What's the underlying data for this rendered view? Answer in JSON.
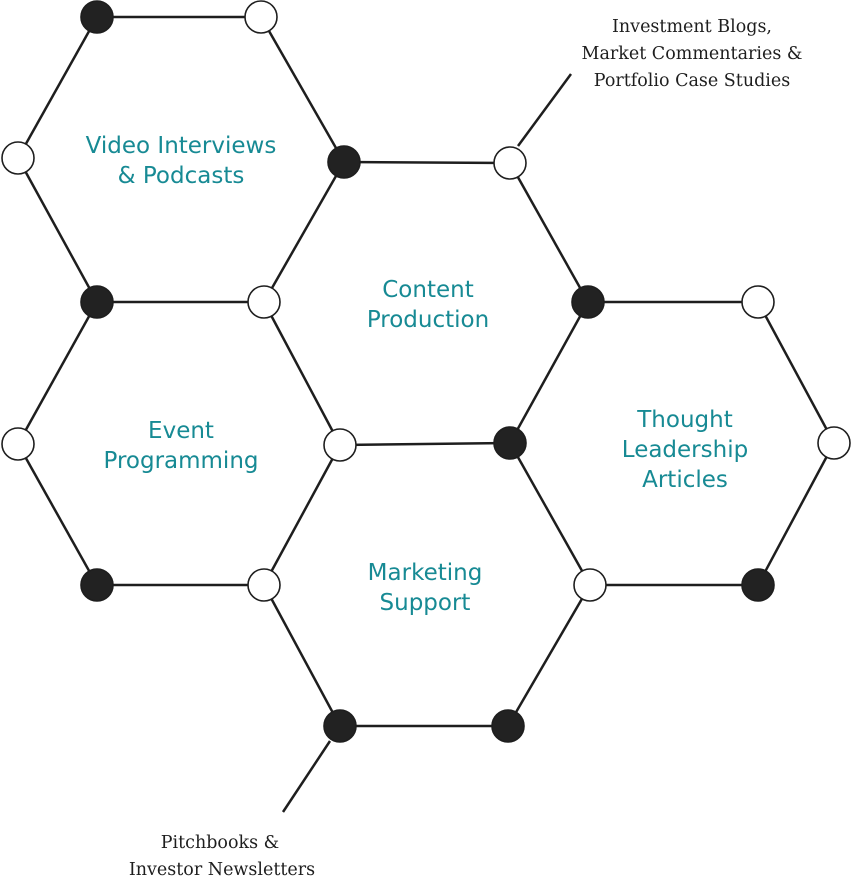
{
  "hexagons": [
    {
      "id": "video",
      "lines": [
        "Video Interviews",
        "& Podcasts"
      ]
    },
    {
      "id": "content",
      "lines": [
        "Content",
        "Production"
      ]
    },
    {
      "id": "event",
      "lines": [
        "Event",
        "Programming"
      ]
    },
    {
      "id": "thought",
      "lines": [
        "Thought",
        "Leadership",
        "Articles"
      ]
    },
    {
      "id": "marketing",
      "lines": [
        "Marketing",
        "Support"
      ]
    }
  ],
  "notes": {
    "top_right": [
      "Investment Blogs,",
      "Market Commentaries &",
      "Portfolio Case Studies"
    ],
    "bottom_left": [
      "Pitchbooks &",
      "Investor Newsletters"
    ]
  },
  "colors": {
    "label": "#178a94",
    "line": "#1e1e1e",
    "node_filled": "#222222",
    "node_open": "#ffffff"
  }
}
